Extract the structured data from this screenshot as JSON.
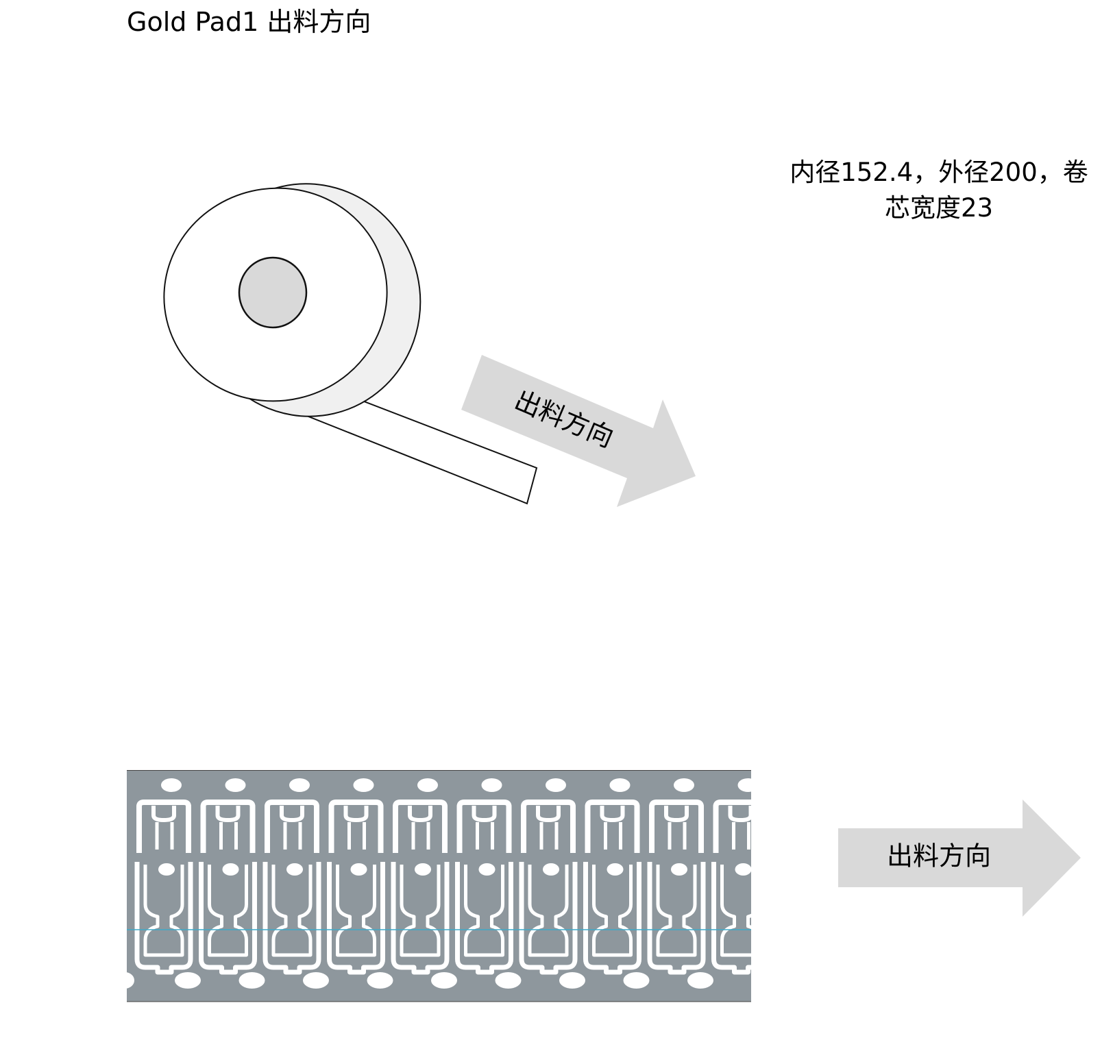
{
  "title": "Gold Pad1 出料方向",
  "spec": {
    "line1": "内径152.4，外径200，卷",
    "line2": "芯宽度23"
  },
  "roll_arrow_label": "出料方向",
  "strip_arrow_label": "出料方向",
  "colors": {
    "arrow_fill": "#d9d9d9",
    "strip_fill": "#8e979d",
    "roll_side": "#f0f0f0",
    "roll_core": "#d9d9d9",
    "cut_line": "#3ea8c8"
  },
  "strip": {
    "units": 10
  }
}
